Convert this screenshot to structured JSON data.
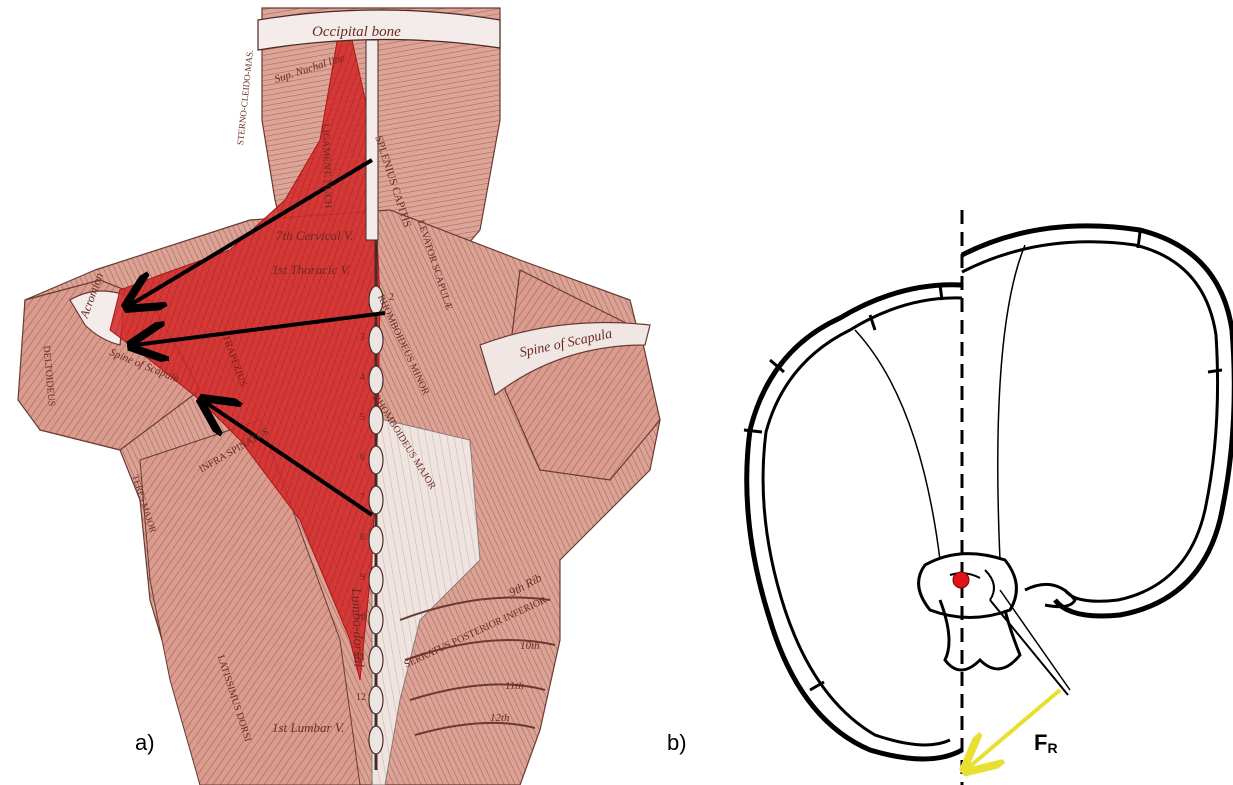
{
  "panel_a": {
    "label": "a)",
    "annotations": {
      "occipital_bone": "Occipital bone",
      "sup_nuchal_line": "Sup. Nuchal line",
      "ligament_nuch": "LIGAMENT. NUCH",
      "splenius_capitis": "SPLENIUS CAPITIS",
      "sterno_cleido_mas": "STERNO-CLEIDO-MAS.",
      "levator_scapulae": "LEVATOR SCAPULÆ",
      "cervical_7": "7th Cervical V.",
      "thoracic_1": "1st Thoracic V.",
      "rhomboideus_minor": "RHOMBOIDEUS MINOR",
      "rhomboideus_major": "RHOMBOIDEUS MAJOR",
      "acromion": "Acromion",
      "spine_of_scapula_left": "Spine of Scapula",
      "spine_of_scapula_right": "Spine of Scapula",
      "deltoideus": "DELTOIDEUS",
      "infraspinatus": "INFRA SPINATUS",
      "teres_major": "TERES MAJOR",
      "trapezius": "TRAPEZIUS",
      "latissimus_dorsi": "LATISSIMUS DORSI",
      "lumbo_dorsal": "Lumbo-dorsal",
      "rib_9": "9th Rib",
      "rib_10": "10th",
      "rib_11": "11th",
      "rib_12": "12th",
      "serratus_posterior_inferior": "SERRATUS POSTERIOR INFERIOR",
      "lumbar_1": "1st Lumbar V."
    },
    "vertebra_numbers": [
      "2",
      "3",
      "4",
      "5",
      "6",
      "7",
      "8",
      "9",
      "10",
      "11",
      "12"
    ],
    "colors": {
      "muscle_highlight": "#d42a2a",
      "arrow": "#000000",
      "skin": "#d89a8a"
    }
  },
  "panel_b": {
    "label": "b)",
    "force_label": "F",
    "force_subscript": "R",
    "colors": {
      "force_arrow": "#e8e030",
      "pivot": "#e0141a",
      "outline": "#000000"
    }
  }
}
